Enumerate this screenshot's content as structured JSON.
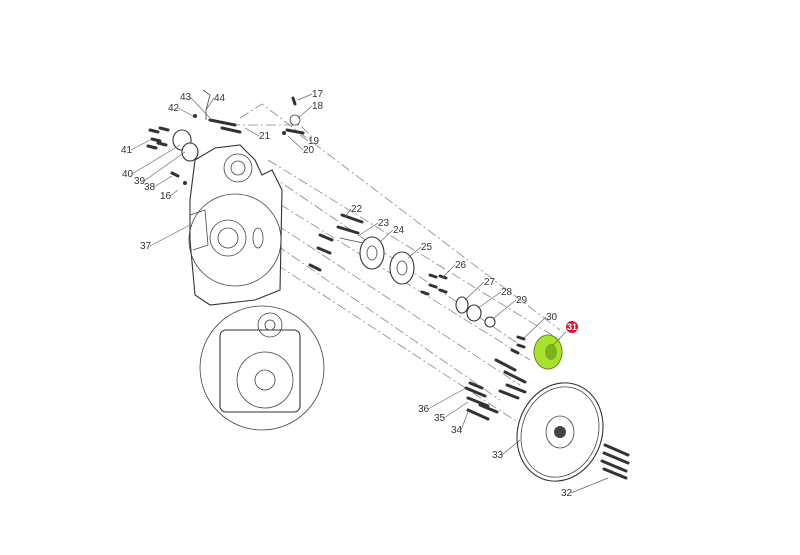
{
  "diagram": {
    "title": "Flywheel housing exploded parts diagram",
    "highlight_color": "#a6e22e",
    "callout_color": "#e0102a",
    "highlighted_callout": "31",
    "callouts": [
      "16",
      "17",
      "18",
      "19",
      "20",
      "21",
      "22",
      "23",
      "24",
      "25",
      "26",
      "27",
      "28",
      "29",
      "30",
      "31",
      "32",
      "33",
      "34",
      "35",
      "36",
      "37",
      "38",
      "39",
      "40",
      "41",
      "42",
      "43",
      "44"
    ]
  }
}
